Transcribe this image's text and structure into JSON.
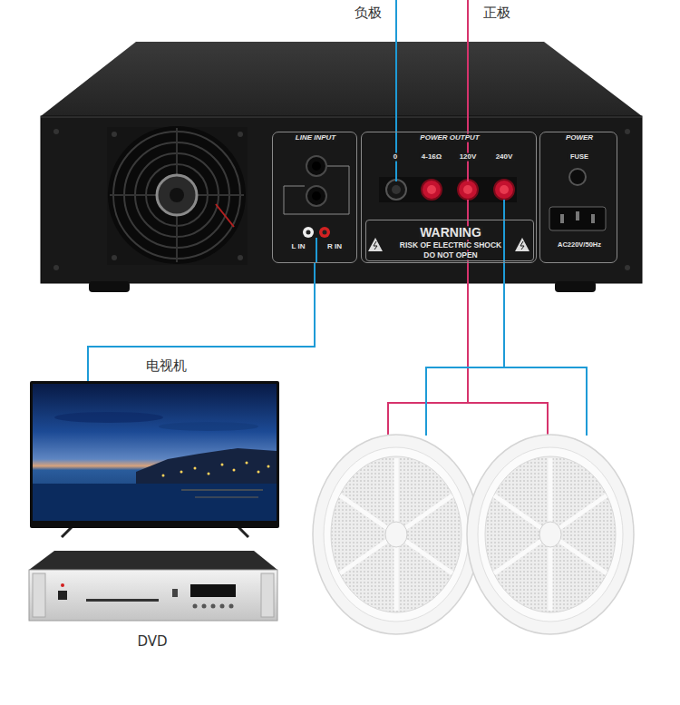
{
  "diagram": {
    "nodes": [
      {
        "text": [
          "LINE INPUT",
          "L IN",
          "R IN"
        ]
      },
      {
        "text": [
          "POWER OUTPUT",
          "0",
          "4-16Ω",
          "120V",
          "240V"
        ]
      },
      {
        "text": [
          "WARNING",
          "RISK OF ELECTRIC SHOCK",
          "DO NOT OPEN"
        ],
        "in": 1
      },
      {
        "text": [
          "POWER",
          "FUSE",
          "AC220V/50Hz"
        ]
      },
      {
        "text": [
          "电视机"
        ]
      },
      {
        "text": [
          "DVD"
        ]
      }
    ],
    "edges": [
      {
        "from": 4,
        "to": 0,
        "arrow": "none"
      }
    ],
    "labels": [
      "负极",
      "正极"
    ]
  }
}
